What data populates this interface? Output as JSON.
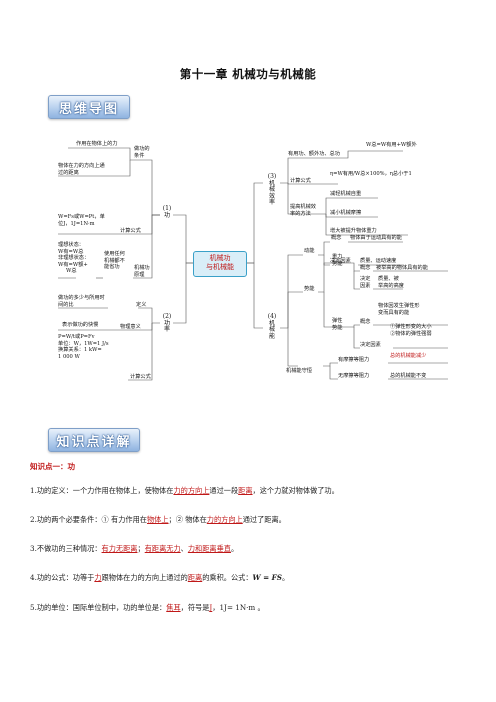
{
  "doc_title": "第十一章  机械功与机械能",
  "banners": {
    "mindmap": "思维导图",
    "knowledge": "知识点详解"
  },
  "mindmap": {
    "center": [
      "机械功",
      "与机械能"
    ],
    "branch1": [
      "(1)",
      "功"
    ],
    "branch2": [
      "(2)",
      "功",
      "率"
    ],
    "branch3": [
      "(3)",
      "机",
      "械",
      "效",
      "率"
    ],
    "branch4": [
      "(4)",
      "机",
      "械",
      "能"
    ],
    "work": {
      "cond_node": [
        "做功的",
        "条件"
      ],
      "cond1": "作用在物体上的力",
      "cond2": [
        "物体在力的方向上通",
        "过的距离"
      ],
      "calc_formula": [
        "W=Fs或W=Pt，单",
        "位J，1J=1N·m"
      ],
      "calc_node": "计算公式",
      "principle_text": [
        "理想状态：",
        "W有=W总",
        "非理想状态：",
        "W有=W额+",
        "W总"
      ],
      "principle_mid": [
        "使用任何",
        "机械都不",
        "能省功"
      ],
      "principle_node": [
        "机械功",
        "原理"
      ]
    },
    "power": {
      "def_text": [
        "做功的多少与所用时",
        "间的比"
      ],
      "def_node": "定义",
      "meaning_text": "表示做功的快慢",
      "meaning_node": "物理意义",
      "formula": [
        "P=W/t或P=Fv",
        "单位：W，1W=1 J/s",
        "换算关系：1 kW=",
        "1 000 W"
      ],
      "formula_node": "计算公式"
    },
    "efficiency": {
      "useful_node": "有用功、额外功、总功",
      "useful_formula": "W总=W有用+W额外",
      "calc_node": "计算公式",
      "calc_formula": "η=W有用/W总×100%，η总小于1",
      "raise_node": [
        "提高机械效",
        "率的方法"
      ],
      "raise1": "减轻机械自重",
      "raise2": "减小机械摩擦",
      "raise3": "增大被提升物体重力"
    },
    "energy": {
      "kinetic": "动能",
      "k_concept": "概念",
      "k_concept_text": "物体由于运动具有的能",
      "k_factor": "决定因素",
      "k_factor_text": "质量、运动速度",
      "potential": "势能",
      "grav": [
        "重力",
        "势能"
      ],
      "g_concept": "概念",
      "g_concept_text": "被举高的物体具有的能",
      "g_factor": [
        "决定",
        "因素"
      ],
      "g_factor_text": [
        "质量、被",
        "举高的高度"
      ],
      "elastic": [
        "弹性",
        "势能"
      ],
      "e_concept": "概念",
      "e_concept_text": [
        "物体因发生弹性形",
        "变而具有的能"
      ],
      "e_factor": "决定因素",
      "e_factor_text": [
        "①弹性形变的大小",
        "②物体的弹性强弱"
      ],
      "conserve": "机械能守恒",
      "conserve1_node": "有摩擦等阻力",
      "conserve1_text": "总的机械能减少",
      "conserve2_node": "无摩擦等阻力",
      "conserve2_text": "总的机械能不变"
    }
  },
  "kp1_title": "知识点一：功",
  "lines": {
    "l1": {
      "a": "1.功的定义：一个力作用在物体上，使物体在",
      "b": "力的方向上",
      "c": "通过一段",
      "d": "距离",
      "e": "，这个力就对物体做了功。"
    },
    "l2": {
      "a": "2.功的两个必要条件：①  有力作用在",
      "b": "物体上",
      "c": "；②  物体在",
      "d": "力的方向上",
      "e": "通过了距离。"
    },
    "l3": {
      "a": "3.不做功的三种情况：",
      "b": "有力无距离",
      "c": "；",
      "d": "有距离无力",
      "e": "、",
      "f": "力和距离垂直",
      "g": "。"
    },
    "l4": {
      "a": "4.功的公式：功等于",
      "b": "力",
      "c": "跟物体在力的方向上通过的",
      "d": "距离",
      "e": "的乘积。公式：",
      "f": "W = FS",
      "g": "。"
    },
    "l5": {
      "a": "5.功的单位：国际单位制中，功的单位是：",
      "b": "焦耳",
      "c": "，符号是",
      "d": "J",
      "e": "，1J= 1N·m 。"
    }
  }
}
